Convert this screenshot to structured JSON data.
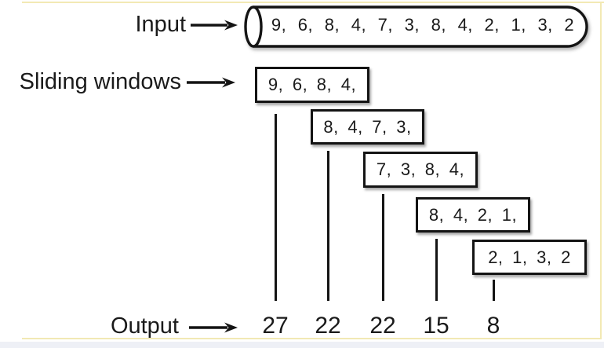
{
  "labels": {
    "input": "Input",
    "sliding_windows": "Sliding windows",
    "output": "Output"
  },
  "input_stream": {
    "values": "9, 6, 8, 4, 7, 3, 8, 4, 2, 1, 3, 2"
  },
  "windows": [
    {
      "values": "9, 6, 8, 4,",
      "output": "27"
    },
    {
      "values": "8, 4, 7, 3,",
      "output": "22"
    },
    {
      "values": "7, 3, 8, 4,",
      "output": "22"
    },
    {
      "values": "8, 4, 2, 1,",
      "output": "15"
    },
    {
      "values": "2, 1, 3, 2",
      "output": "8"
    }
  ],
  "colors": {
    "ink": "#1a1a1a",
    "frame_yellow": "#f2e9b4",
    "footer_strip": "#eef0f6",
    "background": "#ffffff"
  }
}
